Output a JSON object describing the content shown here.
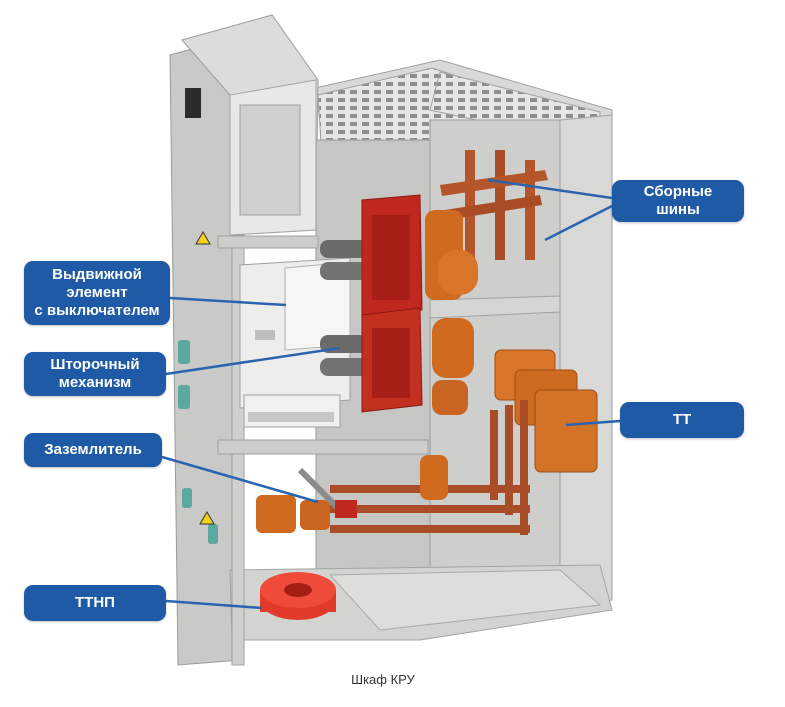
{
  "caption": "Шкаф КРУ",
  "labels": {
    "busbars": "Сборные\nшины",
    "withdrawable": "Выдвижной\nэлемент\nс выключателем",
    "shutter": "Шторочный\nмеханизм",
    "earthing": "Заземлитель",
    "ct": "ТТ",
    "zsct": "ТТНП"
  },
  "colors": {
    "label_bg": "#1f5aa6",
    "label_text": "#ffffff",
    "leader": "#2a64b0",
    "cabinet": "#d4d4d2",
    "cabinet_dark": "#a9a9a7",
    "busbar": "#b5552a",
    "insulator": "#d06a1f",
    "bushing_red": "#c0281f",
    "ring_red": "#e03a2a"
  }
}
